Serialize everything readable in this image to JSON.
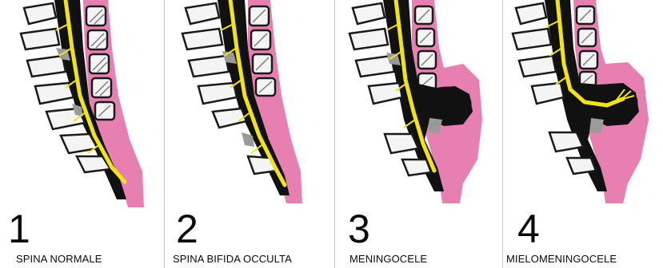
{
  "colors": {
    "bone_outline": "#1a1a1a",
    "bone_fill": "#f4f4f4",
    "vertebra_hatch": "#777777",
    "spinal_canal": "#111111",
    "nerve": "#f2e21a",
    "skin_tissue": "#e77fb0",
    "shadow": "#9a9a9a",
    "divider": "#c9c9c9"
  },
  "panels": [
    {
      "number": "1",
      "caption": "SPINA NORMALE",
      "condition": "normal"
    },
    {
      "number": "2",
      "caption": "SPINA BIFIDA OCCULTA",
      "condition": "occulta"
    },
    {
      "number": "3",
      "caption": "MENINGOCELE",
      "condition": "meningocele"
    },
    {
      "number": "4",
      "caption": "MIELOMENINGOCELE",
      "condition": "myelomeningocele"
    }
  ]
}
